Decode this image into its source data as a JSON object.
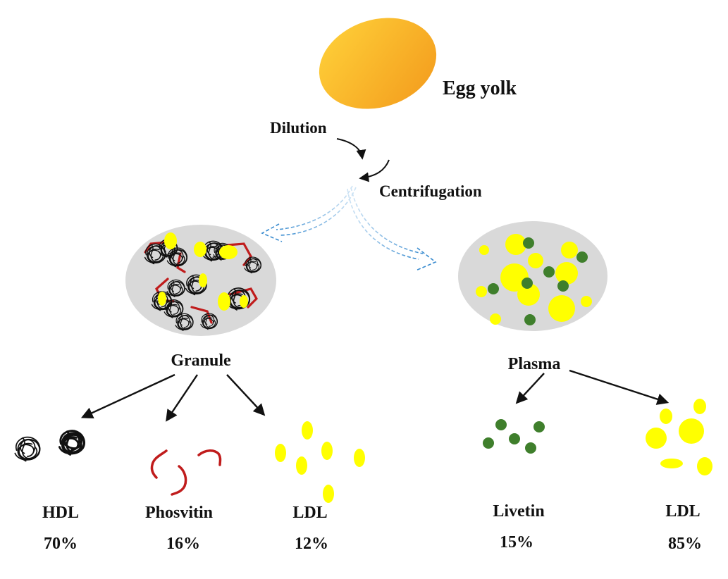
{
  "labels": {
    "egg_yolk": "Egg yolk",
    "dilution": "Dilution",
    "centrifugation": "Centrifugation",
    "granule": "Granule",
    "plasma": "Plasma"
  },
  "fractions": [
    {
      "name": "HDL",
      "percent": "70%"
    },
    {
      "name": "Phosvitin",
      "percent": "16%"
    },
    {
      "name": "LDL",
      "percent": "12%"
    },
    {
      "name": "Livetin",
      "percent": "15%"
    },
    {
      "name": "LDL",
      "percent": "85%"
    }
  ],
  "colors": {
    "yolk_light": "#ffd23a",
    "yolk_dark": "#f39a1c",
    "ldl_yellow": "#ffff00",
    "livetin_green": "#3f7f2c",
    "phosvitin_red": "#c01c1c",
    "hdl_black": "#111111",
    "fraction_bg": "#d9d9d9",
    "centrifuge_arrow": "#3a8cd0"
  },
  "icons": {
    "egg": "egg-yolk-icon",
    "hdl": "hdl-tangle-icon",
    "phosvitin": "phosvitin-chain-icon",
    "ldl": "ldl-droplet-icon",
    "livetin": "livetin-particle-icon"
  }
}
